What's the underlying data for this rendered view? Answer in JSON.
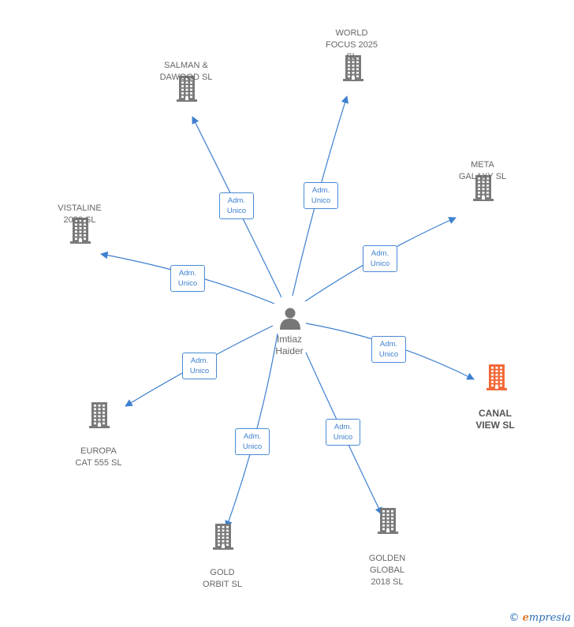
{
  "center": {
    "name": "Imtiaz\nHaider"
  },
  "edge_label": {
    "line1": "Adm.",
    "line2": "Unico"
  },
  "companies": [
    {
      "id": "world",
      "name": "WORLD\nFOCUS 2025\nSL",
      "highlight": false
    },
    {
      "id": "salman",
      "name": "SALMAN &\nDAWOOD SL",
      "highlight": false
    },
    {
      "id": "meta",
      "name": "META\nGALAXY  SL",
      "highlight": false
    },
    {
      "id": "vistaline",
      "name": "VISTALINE\n2020  SL",
      "highlight": false
    },
    {
      "id": "canal",
      "name": "CANAL\nVIEW  SL",
      "highlight": true
    },
    {
      "id": "europa",
      "name": "EUROPA\nCAT 555  SL",
      "highlight": false
    },
    {
      "id": "gold",
      "name": "GOLD\nORBIT  SL",
      "highlight": false
    },
    {
      "id": "golden",
      "name": "GOLDEN\nGLOBAL\n2018  SL",
      "highlight": false
    }
  ],
  "colors": {
    "edge": "#3d7fcf",
    "building": "#7a7a7a",
    "building_highlight": "#f26a3a",
    "person": "#777777"
  },
  "watermark": {
    "copyright": "©",
    "brand_e": "e",
    "brand_rest": "mpresia"
  }
}
